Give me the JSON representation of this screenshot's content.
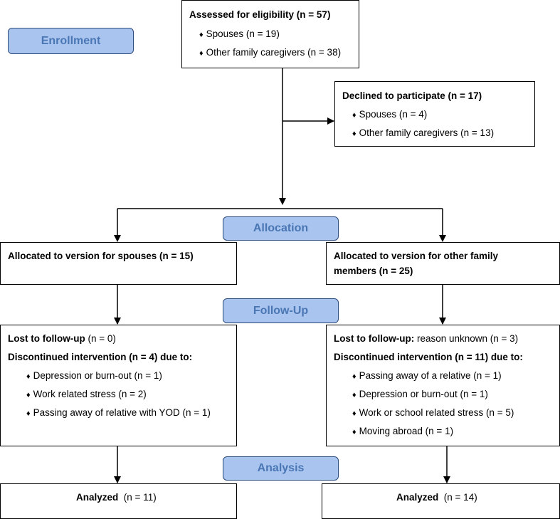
{
  "stages": {
    "enrollment": "Enrollment",
    "allocation": "Allocation",
    "follow_up": "Follow-Up",
    "analysis": "Analysis"
  },
  "assessed": {
    "title": "Assessed for eligibility (n = 57)",
    "items": [
      "Spouses (n = 19)",
      "Other family caregivers (n = 38)"
    ]
  },
  "declined": {
    "title": "Declined to participate (n = 17)",
    "items": [
      "Spouses (n = 4)",
      "Other family caregivers (n = 13)"
    ]
  },
  "allocated_spouses": {
    "title": "Allocated to version for spouses (n = 15)"
  },
  "allocated_other": {
    "title_line1": "Allocated to version for other family",
    "title_line2": "members (n = 25)"
  },
  "followup_left": {
    "lost_bold": "Lost to follow-up",
    "lost_rest": " (n = 0)",
    "discontinued": "Discontinued intervention (n = 4) due to:",
    "items": [
      "Depression or burn-out (n = 1)",
      "Work related stress (n = 2)",
      "Passing away of relative with YOD (n = 1)"
    ]
  },
  "followup_right": {
    "lost_bold": "Lost to follow-up:",
    "lost_rest": " reason unknown (n = 3)",
    "discontinued": "Discontinued intervention (n = 11) due to:",
    "items": [
      "Passing away of a relative (n = 1)",
      "Depression or burn-out (n = 1)",
      "Work or school related stress (n = 5)",
      "Moving abroad (n = 1)"
    ]
  },
  "analysis_left": {
    "label": "Analyzed",
    "value": "(n = 11)"
  },
  "analysis_right": {
    "label": "Analyzed",
    "value": "(n = 14)"
  },
  "bullet_glyph": "♦"
}
